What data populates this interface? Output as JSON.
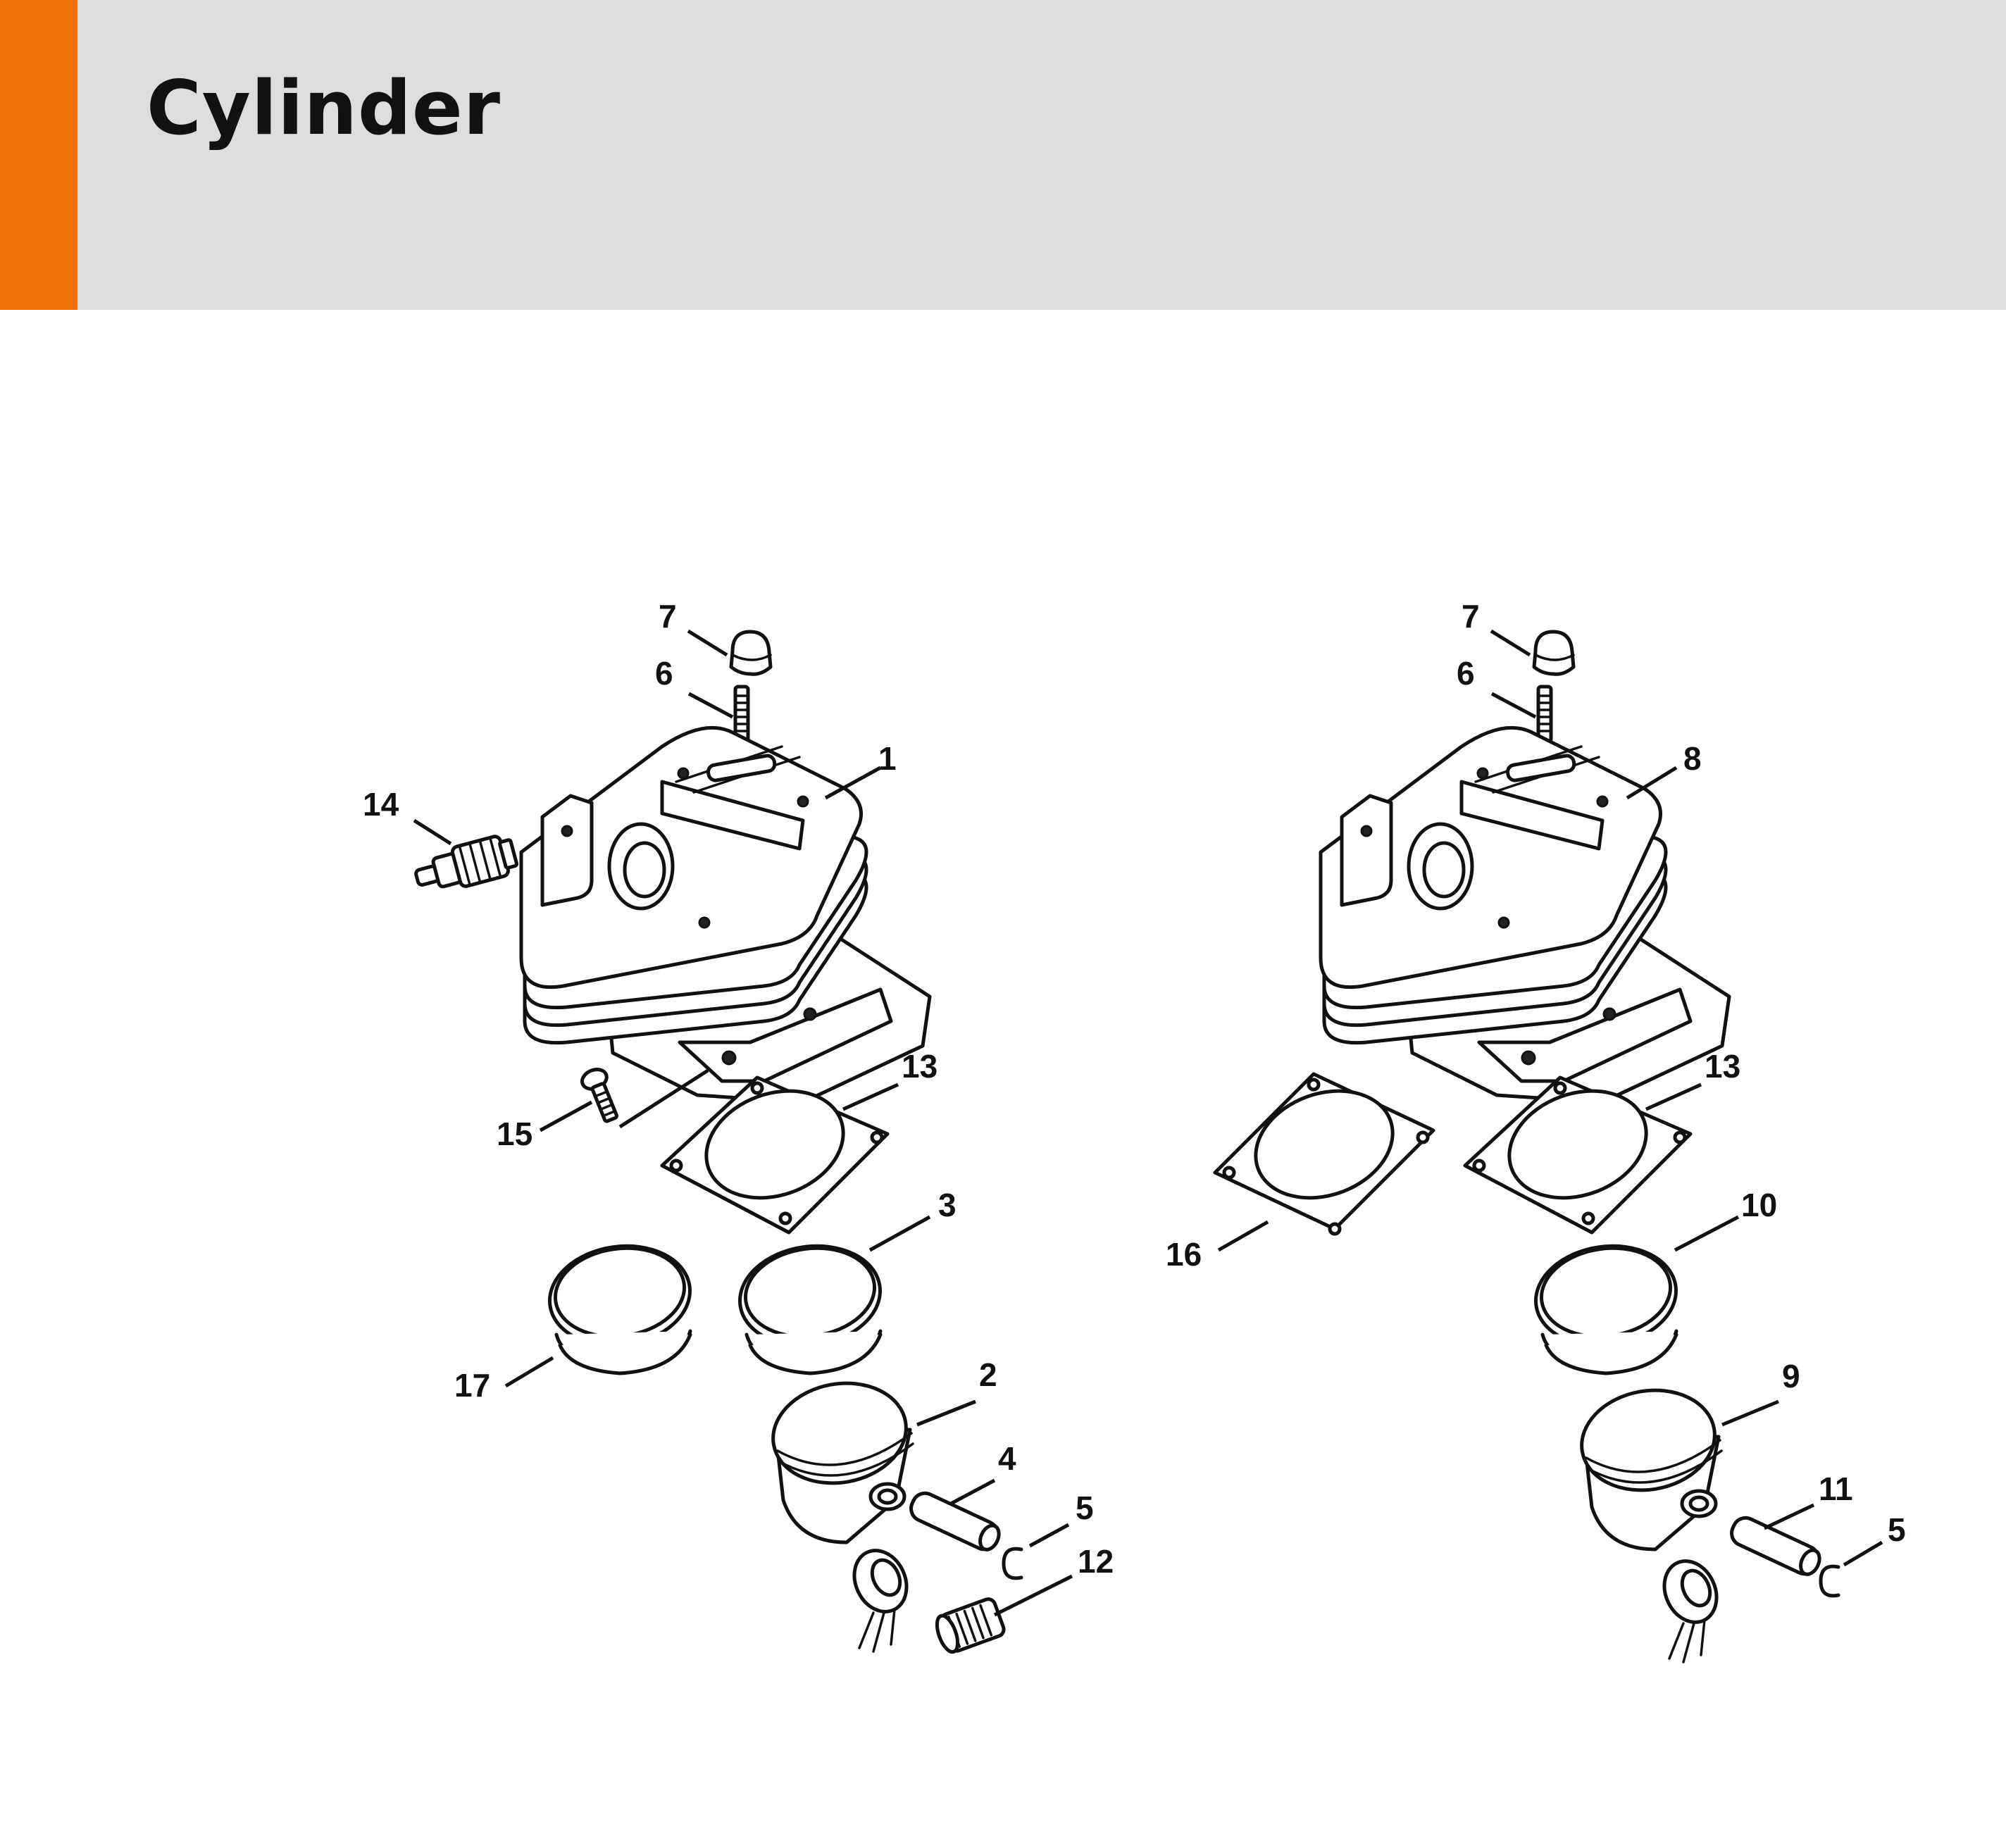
{
  "header": {
    "title": "Cylinder",
    "accent_color": "#ee7203",
    "background_color": "#dcdddc"
  },
  "diagram_left": {
    "callouts": [
      "7",
      "6",
      "1",
      "14",
      "15",
      "13",
      "3",
      "17",
      "2",
      "4",
      "5",
      "12"
    ]
  },
  "diagram_right": {
    "callouts": [
      "7",
      "6",
      "8",
      "13",
      "16",
      "10",
      "9",
      "11",
      "5"
    ]
  }
}
